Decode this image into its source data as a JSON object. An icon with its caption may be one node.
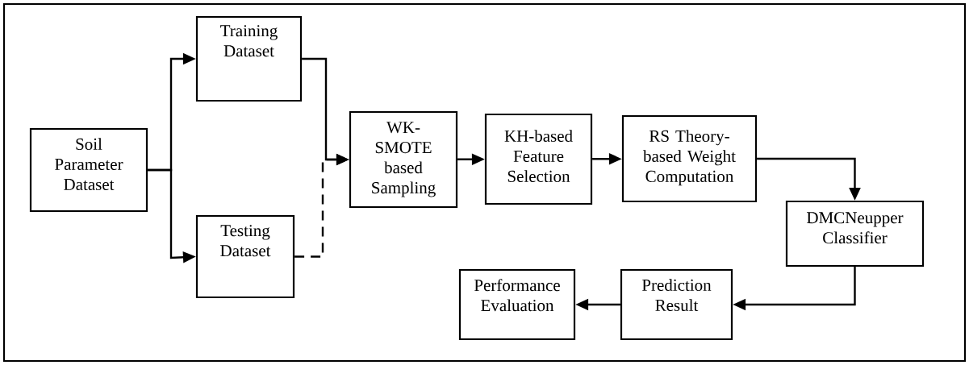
{
  "diagram": {
    "nodes": [
      {
        "text": [
          "Soil Parameter Dataset"
        ]
      },
      {
        "text": [
          "Training Dataset"
        ]
      },
      {
        "text": [
          "Testing Dataset"
        ]
      },
      {
        "text": [
          "WK-SMOTE based Sampling"
        ]
      },
      {
        "text": [
          "KH-based Feature Selection"
        ]
      },
      {
        "text": [
          "RS Theory-based Weight Computation"
        ]
      },
      {
        "text": [
          "DMCNeupper Classifier"
        ]
      },
      {
        "text": [
          "Prediction Result"
        ]
      },
      {
        "text": [
          "Performance Evaluation"
        ]
      }
    ],
    "edges": [
      {
        "from": 0,
        "to": 1,
        "arrow": "to"
      },
      {
        "from": 0,
        "to": 2,
        "arrow": "to"
      },
      {
        "from": 1,
        "to": 3,
        "arrow": "to"
      },
      {
        "from": 2,
        "to": 3,
        "arrow": "to",
        "style": "dashed"
      },
      {
        "from": 3,
        "to": 4,
        "arrow": "to"
      },
      {
        "from": 4,
        "to": 5,
        "arrow": "to"
      },
      {
        "from": 5,
        "to": 6,
        "arrow": "to"
      },
      {
        "from": 6,
        "to": 7,
        "arrow": "to"
      },
      {
        "from": 7,
        "to": 8,
        "arrow": "to"
      }
    ]
  }
}
